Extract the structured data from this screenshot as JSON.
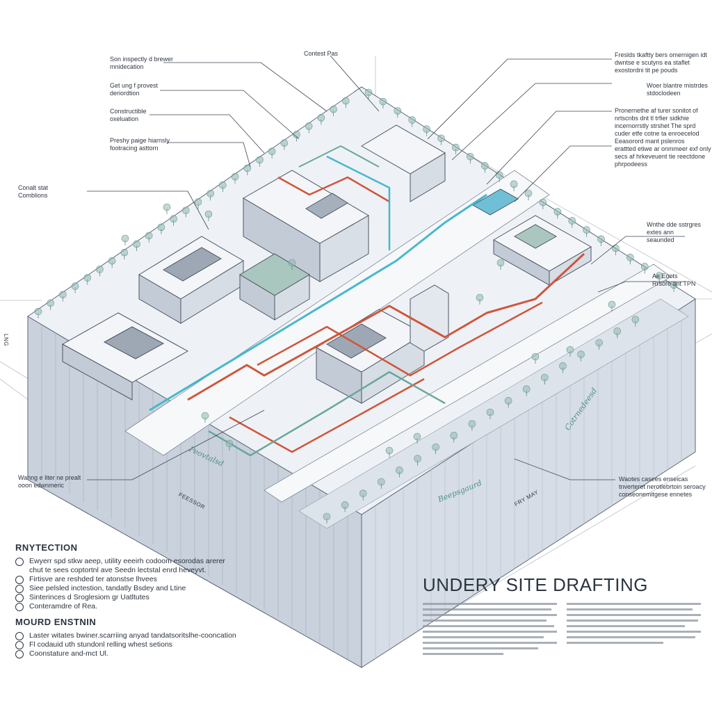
{
  "title": "UNDERY SITE DRAFTING",
  "callouts_left": [
    {
      "lines": [
        "Son inspectly d brewer",
        "mnidecation"
      ]
    },
    {
      "lines": [
        "Get ung f provest",
        "deriordtion"
      ]
    },
    {
      "lines": [
        "Constructible",
        "oxeluation"
      ]
    },
    {
      "lines": [
        "Preshy paige hiarnsly",
        "footracing asttorn"
      ]
    },
    {
      "lines": [
        "Conalt stat",
        "Comblions"
      ]
    },
    {
      "lines": [
        "Wahng e liter ne prealt",
        "ooon edwnmeric"
      ]
    }
  ],
  "callout_top": {
    "lines": [
      "Contest Pas"
    ]
  },
  "callouts_right": [
    {
      "lines": [
        "Freslds tkaftty bers omernigen idt",
        "dwntse e scutyns ea staflet",
        "exostordni tit pe pouds"
      ]
    },
    {
      "lines": [
        "Woer blantre mistrdes",
        "stdoclodeen"
      ]
    },
    {
      "lines": [
        "Pronernethe af turer sonitot of",
        "nrtscnbs dnt tl trfier sidkhie",
        "incernorrstly strshet The sprd",
        "cuder etfe cotne ta enroecelod"
      ]
    },
    {
      "lines": [
        "Eeasorord mant pslenros",
        "erattted etiwe ar onmmeer exf only",
        "secs af hrkeveuent tie reectdone",
        "phrpodeess"
      ]
    },
    {
      "lines": [
        "Wnthe dde sstrgres",
        "extes ann",
        "seaunded"
      ]
    },
    {
      "lines": [
        "Ae Eoots",
        "Rrsore ant TPN"
      ]
    },
    {
      "lines": [
        "Waotes casees enseicas",
        "tnverteret nerotlebrtoin seroacy",
        "conseonemitgese ennetes"
      ]
    }
  ],
  "edge_labels": {
    "left_edge": "LNG",
    "bottom_left": "FEESSOR",
    "bottom_right": "FRY MAY"
  },
  "script_labels": [
    "Beepsgaurd",
    "Cotrnedeesd",
    "Peovtalsd"
  ],
  "legend": [
    {
      "heading": "RNYTECTION",
      "items": [
        "Ewyerr spd stkw aeep, utility eeeirh codoom esorodas arerer",
        "chut te sees coptortnl ave Seedn lectstal enrd heveyvt.",
        "Firtisve are reshded ter atonstse lhvees",
        "Siee pelsled inctestion, tandatly Bsdey and Ltine",
        "Sinterinces d Sroglesiom gr Uatltutes",
        "Conteramdre of Rea."
      ]
    },
    {
      "heading": "MOURD ENSTNIN",
      "items": [
        "Laster witates bwiner.scarriing anyad tandatsoritslhe-cooncation",
        "Fl codauid uth stundonl relling whest setions",
        "Coonstature and-mct Ul."
      ]
    }
  ],
  "colors": {
    "block_face": "#c7cfdb",
    "block_top": "#eef2f7",
    "road": "#f4f6f9",
    "ink": "#4b5563",
    "utility_red": "#d0553a",
    "utility_cyan": "#47b7cc",
    "utility_green": "#6aa79b",
    "tree": "#8fb8b1"
  }
}
